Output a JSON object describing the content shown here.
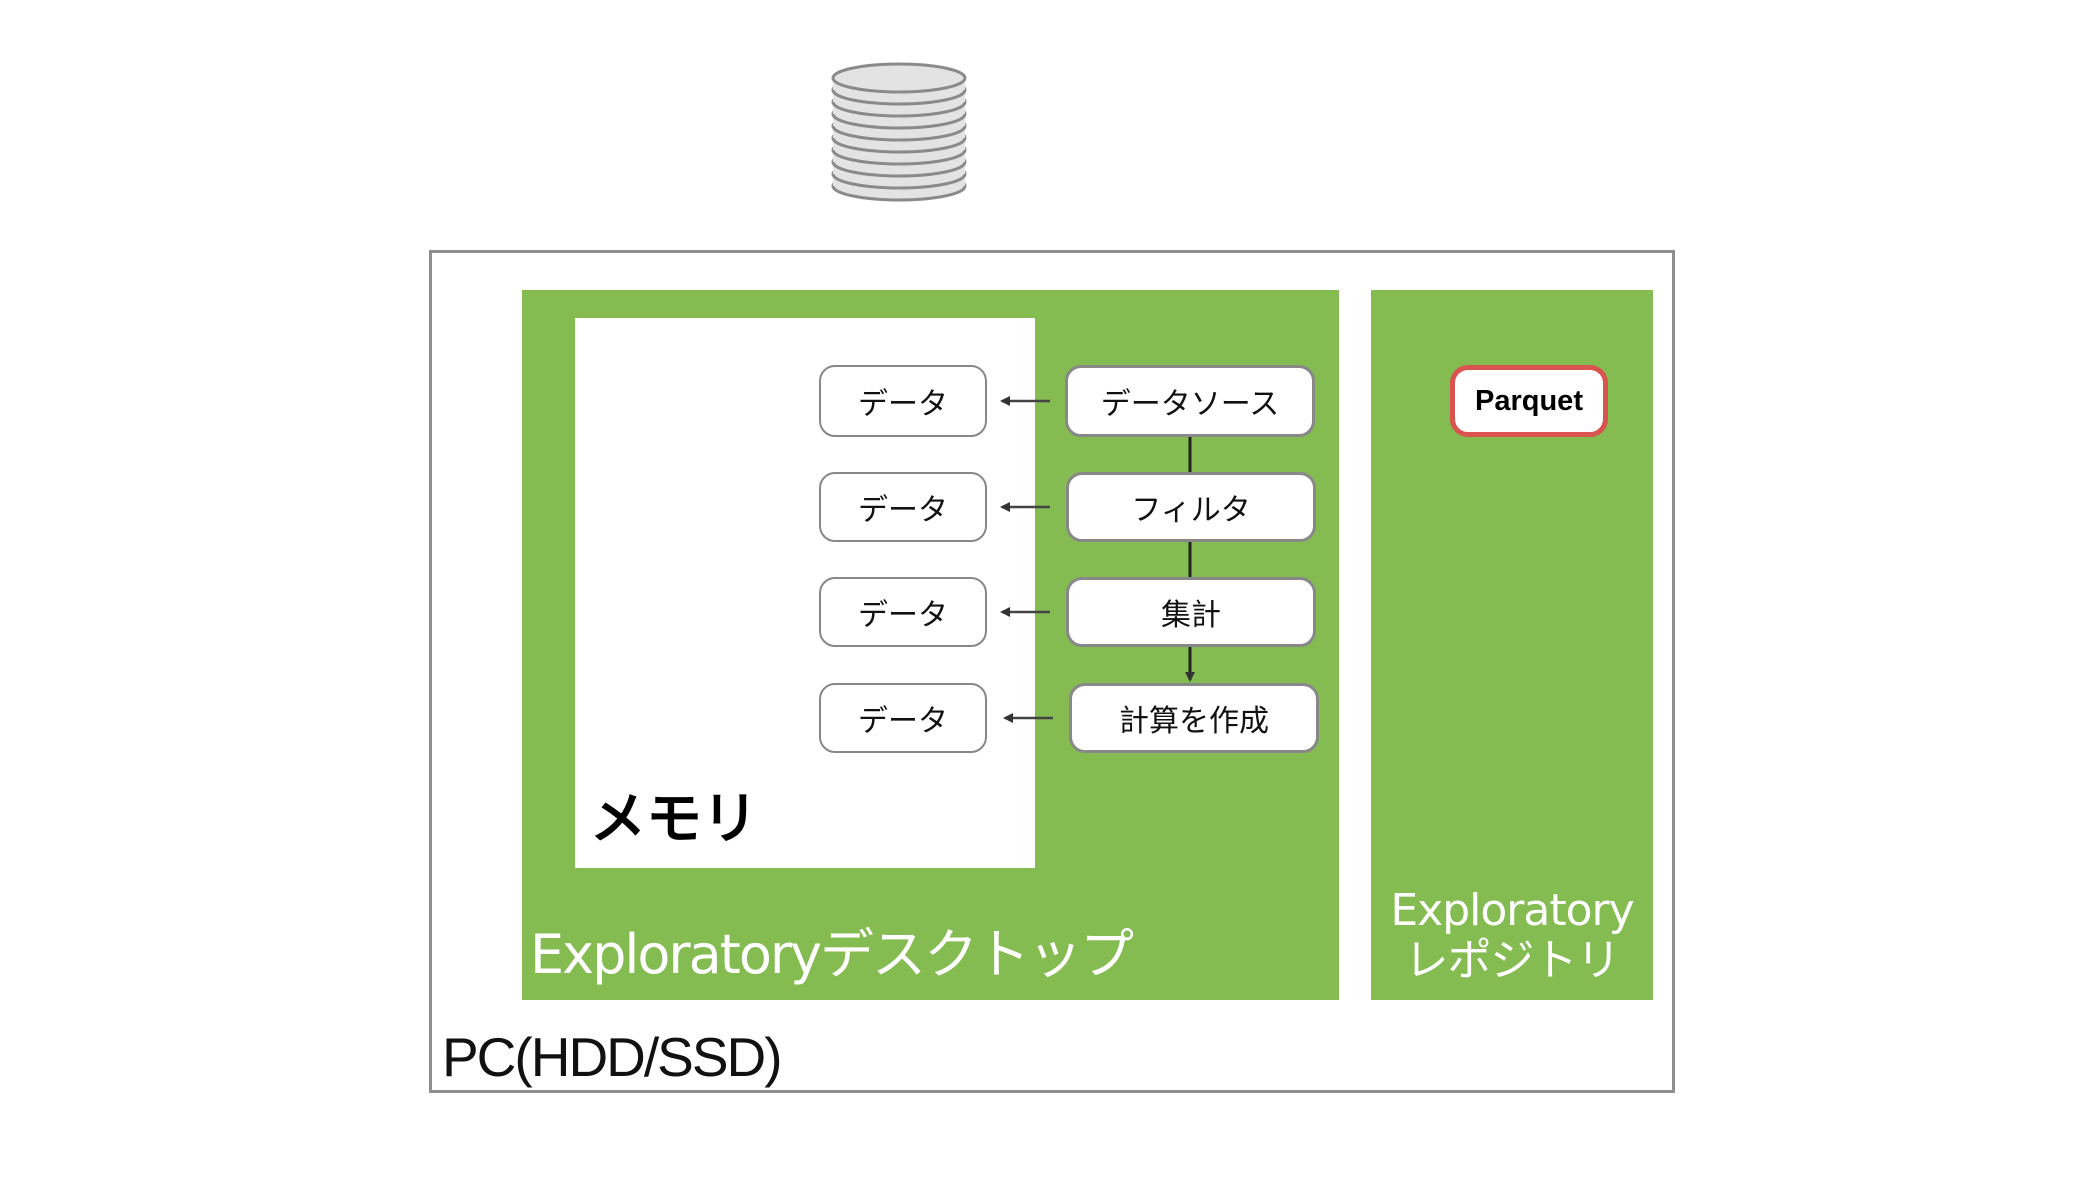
{
  "labels": {
    "pc": "PC(HDD/SSD)",
    "desktop": "Exploratoryデスクトップ",
    "repository_line1": "Exploratory",
    "repository_line2": "レポジトリ",
    "memory": "メモリ",
    "parquet": "Parquet"
  },
  "data_boxes": [
    {
      "label": "データ"
    },
    {
      "label": "データ"
    },
    {
      "label": "データ"
    },
    {
      "label": "データ"
    }
  ],
  "steps": [
    {
      "label": "データソース"
    },
    {
      "label": "フィルタ"
    },
    {
      "label": "集計"
    },
    {
      "label": "計算を作成"
    }
  ],
  "icons": {
    "database": "database-icon"
  },
  "colors": {
    "panel_green": "#84bc52",
    "frame_gray": "#8e8e8e",
    "parquet_border": "#d9534f",
    "box_border": "#888888"
  }
}
